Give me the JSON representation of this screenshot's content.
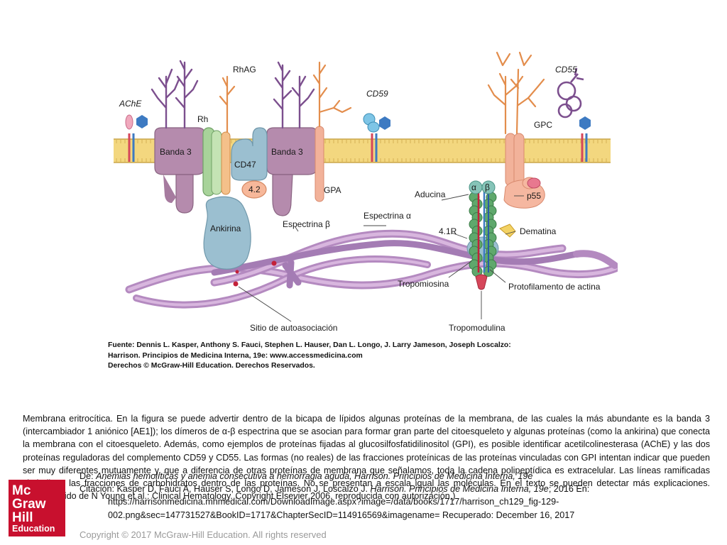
{
  "figure": {
    "labels": {
      "ache": "AChE",
      "rh": "Rh",
      "rhag": "RhAG",
      "cd59": "CD59",
      "cd55": "CD55",
      "gpc": "GPC",
      "banda3_left": "Banda 3",
      "banda3_right": "Banda 3",
      "cd47": "CD47",
      "protein42": "4.2",
      "gpa": "GPA",
      "aducina": "Aducina",
      "alpha": "α",
      "beta": "β",
      "p55": "p55",
      "ankirina": "Ankirina",
      "espectrina_beta": "Espectrina β",
      "espectrina_alpha": "Espectrina α",
      "r41": "4.1R",
      "dematina": "Dematina",
      "tropomiosina": "Tropomiosina",
      "protofilamento": "Protofilamento de actina",
      "sitio": "Sitio de autoasociación",
      "tropomodulina": "Tropomodulina"
    },
    "source_lines": [
      "Fuente: Dennis L. Kasper, Anthony S. Fauci, Stephen L. Hauser, Dan L. Longo, J. Larry Jameson, Joseph Loscalzo:",
      "Harrison. Principios de Medicina Interna, 19e: www.accessmedicina.com",
      "Derechos © McGraw-Hill Education. Derechos Reservados."
    ]
  },
  "caption": "Membrana eritrocítica. En la figura se puede advertir dentro de la bicapa de lípidos algunas proteínas de la membrana, de las cuales la más abundante es la banda 3 (intercambiador 1 aniónico [AE1]); los dímeros de α-β espectrina que se asocian para formar gran parte del citoesqueleto y algunas proteínas (como la ankirina) que conecta la membrana con el citoesqueleto. Además, como ejemplos de proteínas fijadas al glucosilfosfatidilinositol (GPI), es posible identificar acetilcolinesterasa (AChE) y las dos proteínas reguladoras del complemento CD59 y CD55. Las formas (no reales) de las fracciones proteínicas de las proteínas vinculadas con GPI intentan indicar que pueden ser muy diferentes mutuamente y, que a diferencia de otras proteínas de membrana que señalamos, toda la cadena polipeptídica es extracelular. Las líneas ramificadas simbolizan las fracciones de carbohidratos dentro de las proteínas. No se presentan a escala igual las moléculas. En el texto se pueden detectar más explicaciones. (Reproducido de N Young et al.: Clinical Hematology. Copyright Elsevier 2006, reproducida con autorización.)",
  "citation": {
    "line1_prefix": "De: ",
    "line1_title": "Anemias hemolíticas y anemia consecutiva a hemorragia aguda",
    "line1_book": ", Harrison. Principios de Medicina Interna, 19e",
    "line2_prefix": "Citación: Kasper D, Fauci A, Hauser S, Longo D, Jameson J, Loscalzo J. ",
    "line2_book": "Harrison. Principios de Medicina Interna, 19e",
    "line2_suffix": "; 2016 En:",
    "line3": "https://harrisonmedicina.mhmedical.com/DownloadImage.aspx?image=/data/books/1717/harrison_ch129_fig-129-",
    "line4": "002.png&sec=147731527&BookID=1717&ChapterSecID=114916569&imagename= Recuperado: December 16, 2017"
  },
  "logo": {
    "line1": "Mc",
    "line2": "Graw",
    "line3": "Hill",
    "line4": "Education",
    "color": "#c8102e"
  },
  "copyright": "Copyright © 2017 McGraw-Hill Education. All rights reserved",
  "colors": {
    "membrane": "#f3d77f",
    "banda3": "#b58bad",
    "ankyrin": "#9bbfd0",
    "spectrin": "#c9a1cf",
    "carbohydrate_purple": "#7c4f8e",
    "carbohydrate_orange": "#e38d4c",
    "actin": "#5fa86c",
    "tropomodulin": "#d6465a"
  }
}
